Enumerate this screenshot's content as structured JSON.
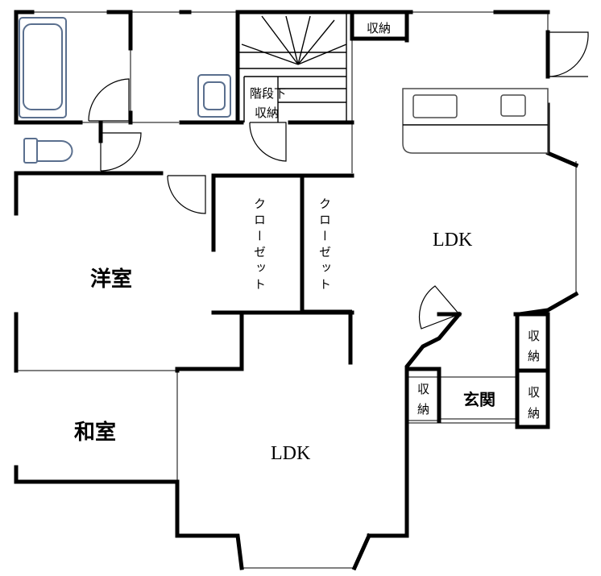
{
  "rooms": {
    "western_room": "洋室",
    "japanese_room": "和室",
    "ldk_upper": "LDK",
    "ldk_lower": "LDK",
    "entrance": "玄関",
    "storage_top": "収納",
    "under_stairs_l1": "階段下",
    "under_stairs_l2": "収納",
    "closet_text": "クローゼット",
    "storage_small_l1": "収",
    "storage_small_l2": "納"
  }
}
